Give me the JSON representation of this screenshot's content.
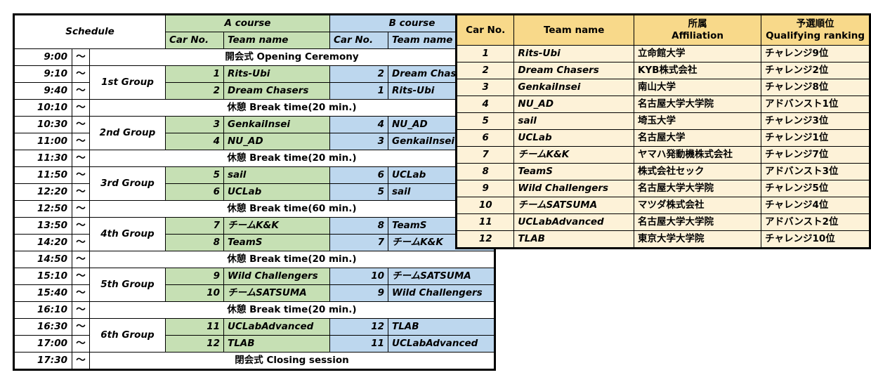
{
  "schedule": {
    "title": "Schedule",
    "courses": [
      {
        "name": "A course",
        "carno_label": "Car No.",
        "team_label": "Team  name"
      },
      {
        "name": "B course",
        "carno_label": "Car No.",
        "team_label": "Team name"
      }
    ],
    "tilde": "〜",
    "rows": [
      {
        "type": "full",
        "time": "9:00",
        "text": "開会式  Opening Ceremony"
      },
      {
        "type": "race",
        "time": "9:10",
        "group": "1st Group",
        "group_span": 2,
        "a_no": "1",
        "a_team": "Rits-Ubi",
        "b_no": "2",
        "b_team": "Dream Chasers"
      },
      {
        "type": "race",
        "time": "9:40",
        "group": null,
        "a_no": "2",
        "a_team": "Dream Chasers",
        "b_no": "1",
        "b_team": "Rits-Ubi"
      },
      {
        "type": "full",
        "time": "10:10",
        "text": "休憩 Break time(20 min.)"
      },
      {
        "type": "race",
        "time": "10:30",
        "group": "2nd Group",
        "group_span": 2,
        "a_no": "3",
        "a_team": "GenkaiInsei",
        "b_no": "4",
        "b_team": "NU_AD"
      },
      {
        "type": "race",
        "time": "11:00",
        "group": null,
        "a_no": "4",
        "a_team": "NU_AD",
        "b_no": "3",
        "b_team": "GenkaiInsei"
      },
      {
        "type": "full",
        "time": "11:30",
        "text": "休憩 Break time(20 min.)"
      },
      {
        "type": "race",
        "time": "11:50",
        "group": "3rd Group",
        "group_span": 2,
        "a_no": "5",
        "a_team": "sail",
        "b_no": "6",
        "b_team": "UCLab"
      },
      {
        "type": "race",
        "time": "12:20",
        "group": null,
        "a_no": "6",
        "a_team": "UCLab",
        "b_no": "5",
        "b_team": "sail"
      },
      {
        "type": "full",
        "time": "12:50",
        "text": "休憩 Break time(60 min.)"
      },
      {
        "type": "race",
        "time": "13:50",
        "group": "4th Group",
        "group_span": 2,
        "a_no": "7",
        "a_team": "チームK&K",
        "b_no": "8",
        "b_team": "TeamS"
      },
      {
        "type": "race",
        "time": "14:20",
        "group": null,
        "a_no": "8",
        "a_team": "TeamS",
        "b_no": "7",
        "b_team": "チームK&K"
      },
      {
        "type": "full",
        "time": "14:50",
        "text": "休憩 Break time(20 min.)"
      },
      {
        "type": "race",
        "time": "15:10",
        "group": "5th Group",
        "group_span": 2,
        "a_no": "9",
        "a_team": "Wild Challengers",
        "b_no": "10",
        "b_team": "チームSATSUMA"
      },
      {
        "type": "race",
        "time": "15:40",
        "group": null,
        "a_no": "10",
        "a_team": "チームSATSUMA",
        "b_no": "9",
        "b_team": "Wild Challengers"
      },
      {
        "type": "full",
        "time": "16:10",
        "text": "休憩 Break time(20 min.)"
      },
      {
        "type": "race",
        "time": "16:30",
        "group": "6th Group",
        "group_span": 2,
        "a_no": "11",
        "a_team": "UCLabAdvanced",
        "b_no": "12",
        "b_team": "TLAB"
      },
      {
        "type": "race",
        "time": "17:00",
        "group": null,
        "a_no": "12",
        "a_team": "TLAB",
        "b_no": "11",
        "b_team": "UCLabAdvanced"
      },
      {
        "type": "full",
        "time": "17:30",
        "text": "閉会式  Closing session"
      }
    ]
  },
  "teams": {
    "headers": [
      {
        "line1": "Car No.",
        "line2": ""
      },
      {
        "line1": "Team name",
        "line2": ""
      },
      {
        "line1": "所属",
        "line2": "Affiliation"
      },
      {
        "line1": "予選順位",
        "line2": "Qualifying ranking"
      }
    ],
    "rows": [
      {
        "no": "1",
        "team": "Rits-Ubi",
        "affiliation": "立命館大学",
        "rank": "チャレンジ9位"
      },
      {
        "no": "2",
        "team": "Dream Chasers",
        "affiliation": "KYB株式会社",
        "rank": "チャレンジ2位"
      },
      {
        "no": "3",
        "team": "GenkaiInsei",
        "affiliation": "南山大学",
        "rank": "チャレンジ8位"
      },
      {
        "no": "4",
        "team": "NU_AD",
        "affiliation": "名古屋大学大学院",
        "rank": "アドバンスト1位"
      },
      {
        "no": "5",
        "team": "sail",
        "affiliation": "埼玉大学",
        "rank": "チャレンジ3位"
      },
      {
        "no": "6",
        "team": "UCLab",
        "affiliation": "名古屋大学",
        "rank": "チャレンジ1位"
      },
      {
        "no": "7",
        "team": "チームK&K",
        "affiliation": "ヤマハ発動機株式会社",
        "rank": "チャレンジ7位"
      },
      {
        "no": "8",
        "team": "TeamS",
        "affiliation": "株式会社セック",
        "rank": "アドバンスト3位"
      },
      {
        "no": "9",
        "team": "Wild Challengers",
        "affiliation": "名古屋大学大学院",
        "rank": "チャレンジ5位"
      },
      {
        "no": "10",
        "team": "チームSATSUMA",
        "affiliation": "マツダ株式会社",
        "rank": "チャレンジ4位"
      },
      {
        "no": "11",
        "team": "UCLabAdvanced",
        "affiliation": "名古屋大学大学院",
        "rank": "アドバンスト2位"
      },
      {
        "no": "12",
        "team": "TLAB",
        "affiliation": "東京大学大学院",
        "rank": "チャレンジ10位"
      }
    ]
  },
  "colors": {
    "course_a": "#c6e0b4",
    "course_b": "#bdd7ee",
    "teams_header": "#f8d98a",
    "teams_body": "#fdf2d8",
    "border": "#000000"
  }
}
